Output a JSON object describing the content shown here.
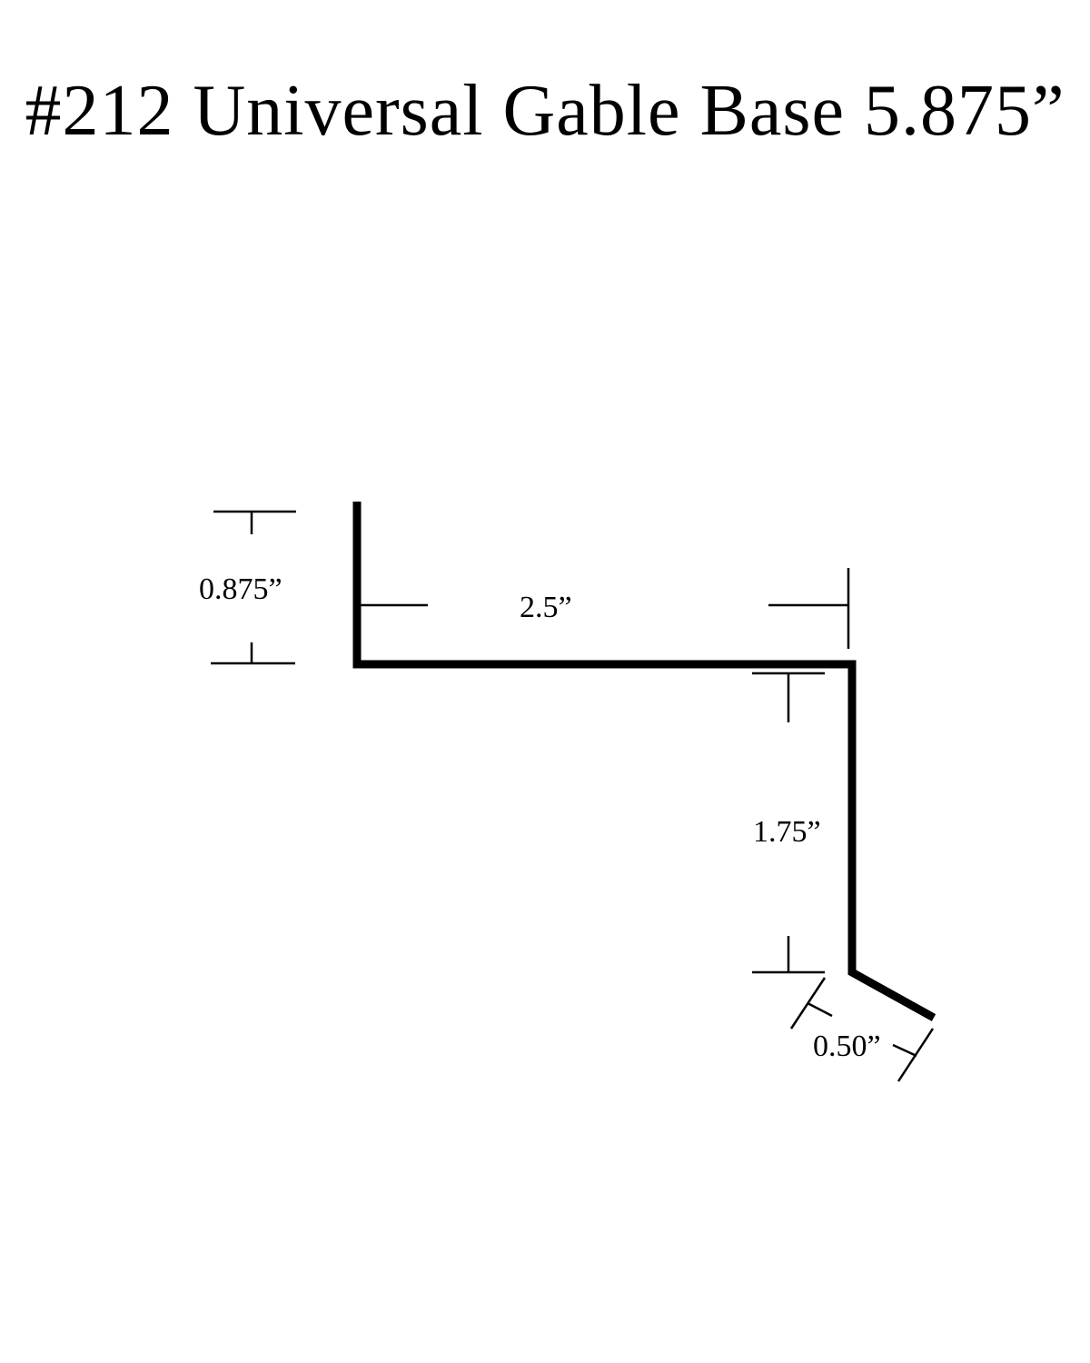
{
  "title": "#212 Universal Gable Base 5.875”",
  "dimensions": {
    "top_flange": "0.875”",
    "base_width": "2.5”",
    "drop": "1.75”",
    "kick": "0.50”"
  }
}
